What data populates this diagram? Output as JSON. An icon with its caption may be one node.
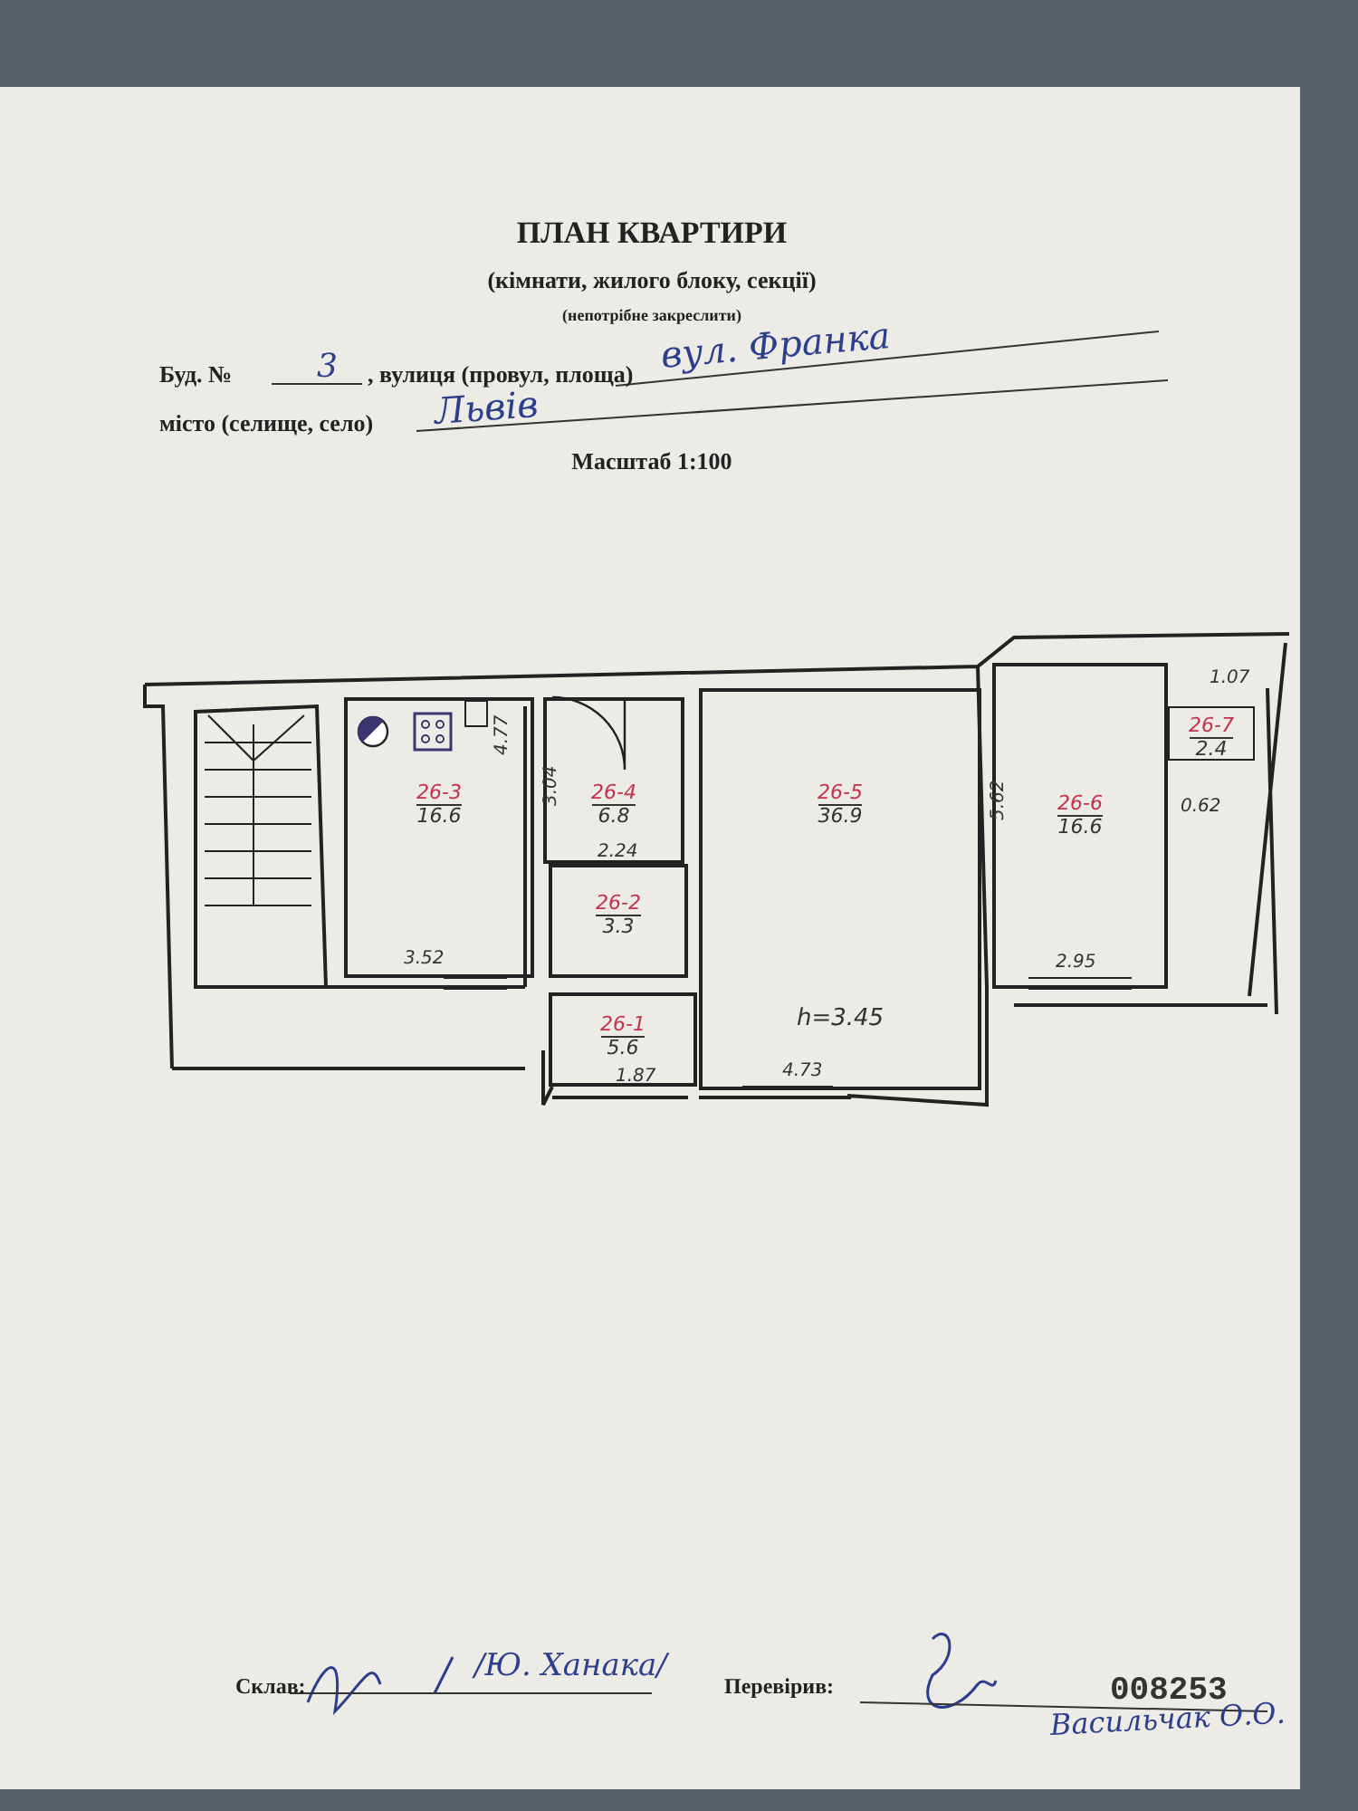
{
  "diagram": {
    "title": "ПЛАН КВАРТИРИ",
    "nodes": [
      {
        "text": [
          "26-3",
          "16.6"
        ]
      },
      {
        "text": [
          "26-4",
          "6.8"
        ]
      },
      {
        "text": [
          "26-2",
          "3.3"
        ]
      },
      {
        "text": [
          "26-1",
          "5.6"
        ]
      },
      {
        "text": [
          "26-5",
          "36.9"
        ]
      },
      {
        "text": [
          "26-6",
          "16.6"
        ]
      },
      {
        "text": [
          "26-7",
          "2.4"
        ]
      }
    ],
    "edges": [],
    "labels": [
      "(кімнати, жилого блоку, секції)",
      "(непотрібне закреслити)",
      "Буд. №",
      "3",
      ", вулиця (провул, площа)",
      "вул. Франка",
      "місто (селище, село)",
      "Львів",
      "Масштаб 1:100",
      "1.07",
      "4.77",
      "3.04",
      "0.62",
      "2.24",
      "5.62",
      "h=3.45",
      "3.52",
      "2.95",
      "1.87",
      "4.73",
      "Склав:",
      "/Ю. Ханака/",
      "Перевірив:",
      "008253",
      "Васильчак О.О."
    ]
  }
}
